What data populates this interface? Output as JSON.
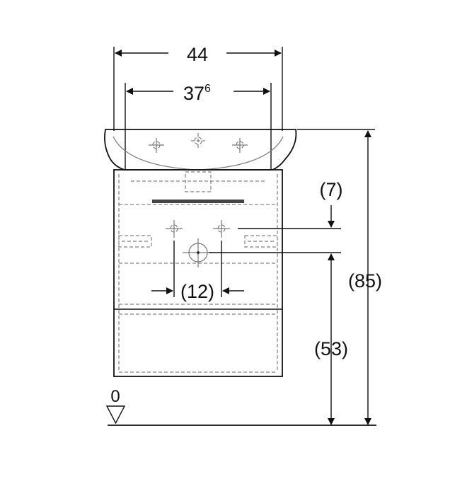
{
  "drawing": {
    "colors": {
      "line": "#111111",
      "hidden_line": "#666666",
      "background": "#ffffff"
    },
    "dimensions": {
      "overall_width": {
        "value": "44"
      },
      "basin_inner_width": {
        "value": "37",
        "superscript": "6"
      },
      "basin_to_waste": {
        "value": "(7)"
      },
      "overall_height": {
        "value": "(85)"
      },
      "waste_height": {
        "value": "(53)"
      },
      "waste_spacing": {
        "value": "(12)"
      },
      "floor_level": {
        "value": "0"
      }
    }
  }
}
